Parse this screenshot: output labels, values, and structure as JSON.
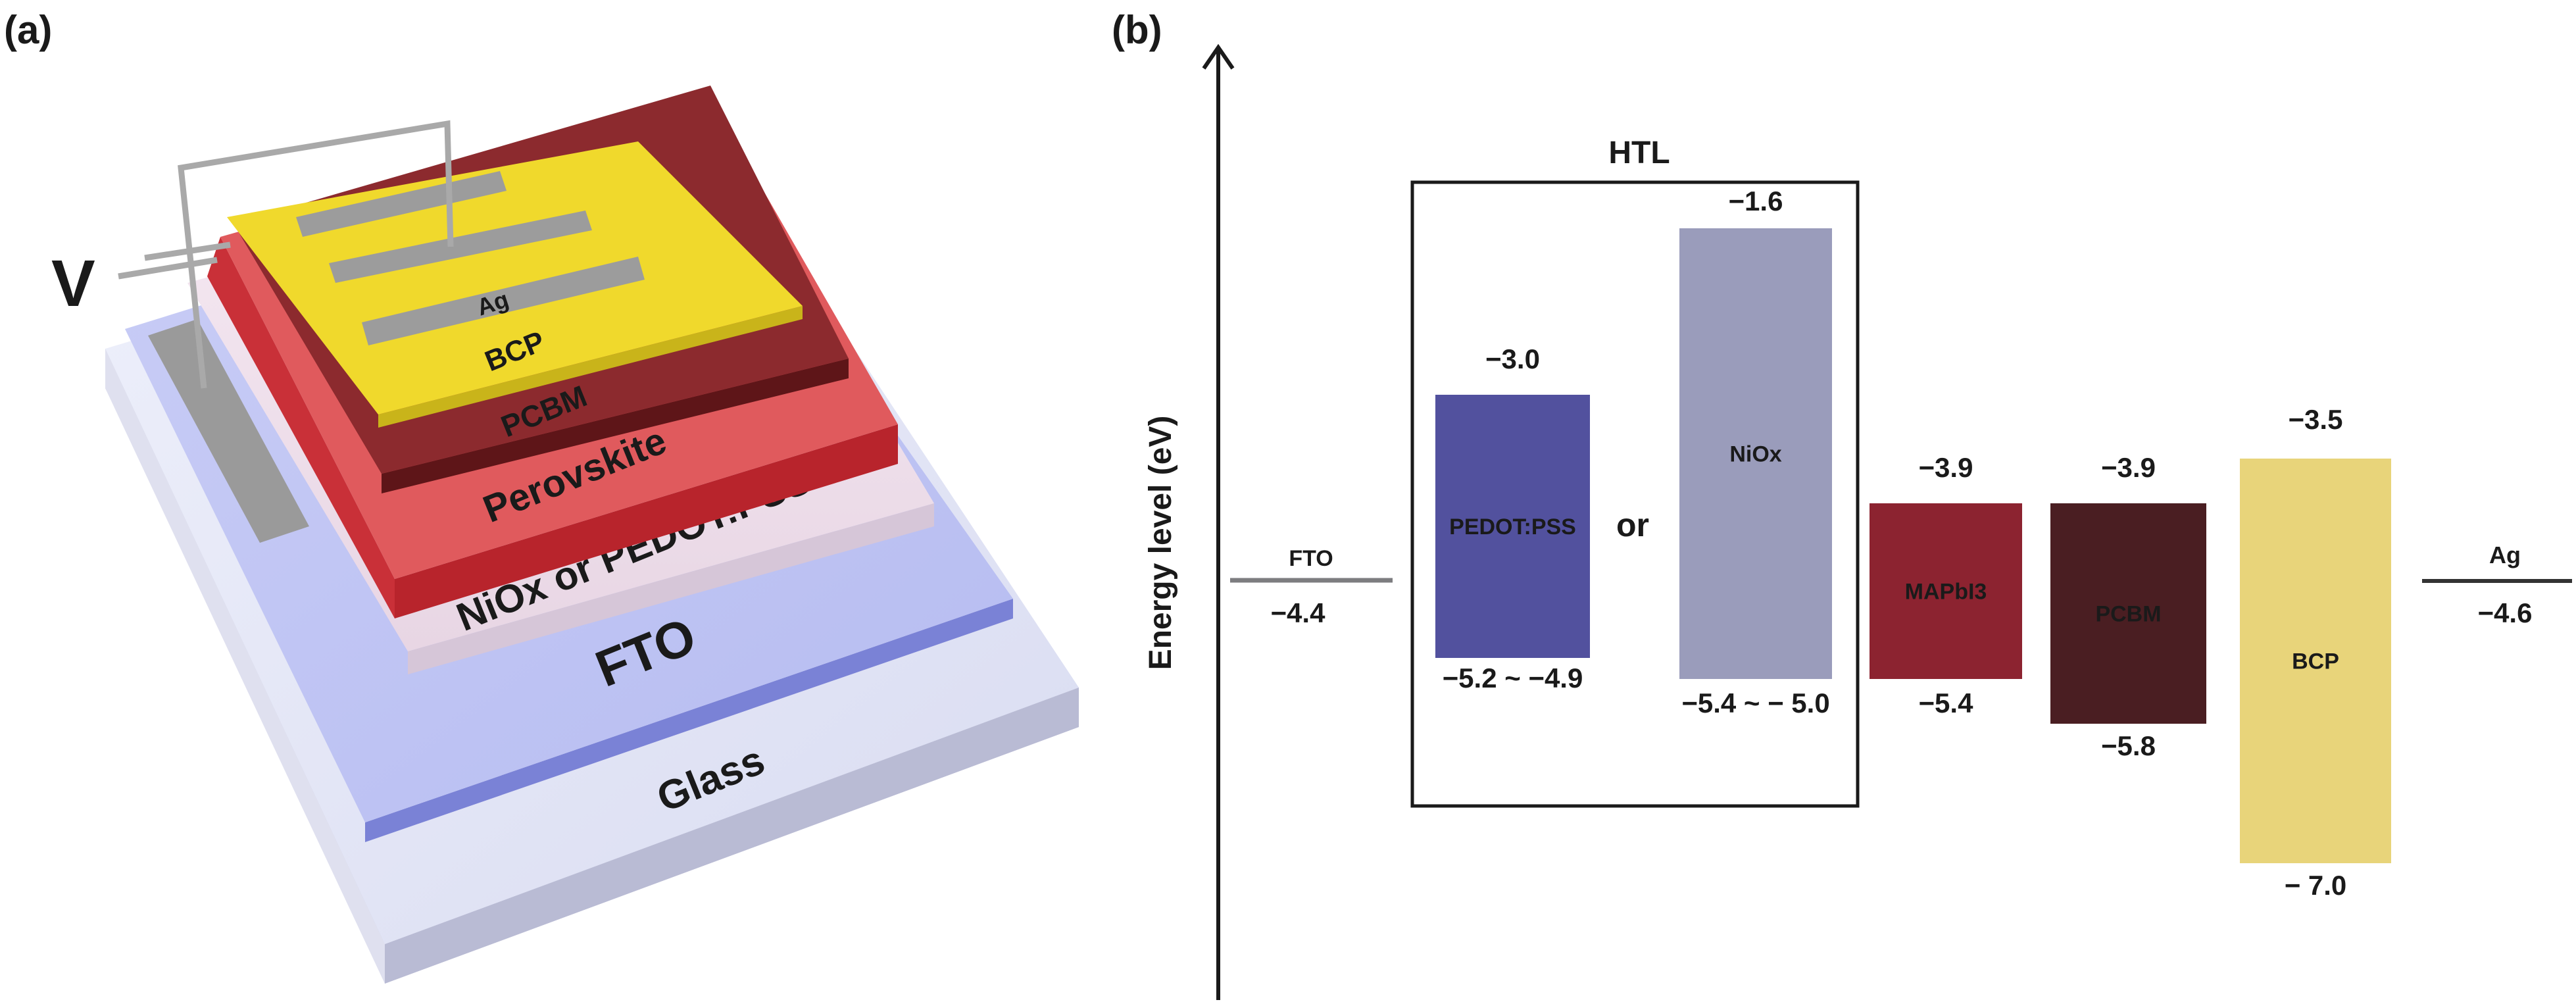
{
  "panel_a": {
    "label": "(a)",
    "voltage": "V",
    "layers": {
      "glass": "Glass",
      "fto": "FTO",
      "htl": "NiOx or PEDOT:PSS",
      "perovskite": "Perovskite",
      "pcbm": "PCBM",
      "bcp": "BCP",
      "ag": "Ag"
    }
  },
  "panel_b": {
    "label": "(b)",
    "ylabel": "Energy level (eV)",
    "htl_label": "HTL",
    "or_label": "or",
    "fto": {
      "name": "FTO",
      "value": "−4.4"
    },
    "ag": {
      "name": "Ag",
      "value": "−4.6"
    },
    "bars": [
      {
        "name": "PEDOT:PSS",
        "top": "−3.0",
        "bottom": "−5.2 ~ −4.9",
        "color": "#52519e"
      },
      {
        "name": "NiOx",
        "top": "−1.6",
        "bottom": "−5.4 ~ − 5.0",
        "color": "#9a9cbb"
      },
      {
        "name": "MAPbI3",
        "top": "−3.9",
        "bottom": "−5.4",
        "color": "#8c2330"
      },
      {
        "name": "PCBM",
        "top": "−3.9",
        "bottom": "−5.8",
        "color": "#4a1e22"
      },
      {
        "name": "BCP",
        "top": "−3.5",
        "bottom": "− 7.0",
        "color": "#e8d47a"
      }
    ]
  },
  "chart_data": {
    "type": "bar",
    "ylabel": "Energy level (eV)",
    "categories": [
      "PEDOT:PSS",
      "NiOx",
      "MAPbI3",
      "PCBM",
      "BCP"
    ],
    "series": [
      {
        "name": "",
        "values": [
          -3.0,
          -1.6,
          -3.9,
          -3.9,
          -3.5
        ]
      },
      {
        "name": "",
        "values": [
          -5.2,
          -5.4,
          -5.4,
          -5.8,
          -7.0
        ]
      }
    ],
    "electrodes": [
      {
        "name": "FTO",
        "value": -4.4
      },
      {
        "name": "Ag",
        "value": -4.6
      }
    ]
  }
}
